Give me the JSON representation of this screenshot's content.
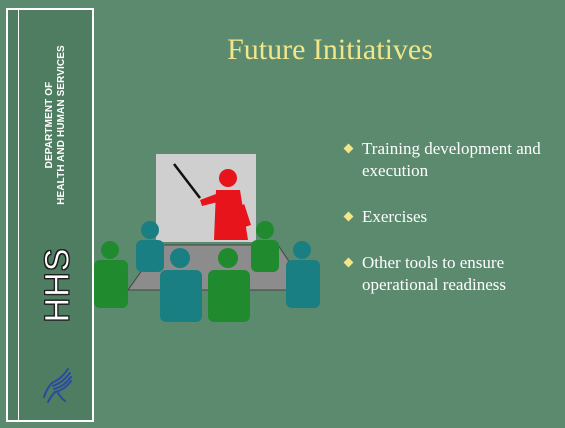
{
  "sidebar": {
    "dept_line1": "DEPARTMENT OF",
    "dept_line2": "HEALTH AND HUMAN SERVICES",
    "logo_text": "HHS",
    "emblem_icon": "hhs-eagle-icon"
  },
  "slide": {
    "title": "Future Initiatives",
    "bullets": [
      "Training development and execution",
      "Exercises",
      "Other tools to ensure operational readiness"
    ],
    "clipart_icon": "meeting-presenter-icon"
  },
  "colors": {
    "background": "#5b8a6e",
    "title": "#f2e68a",
    "bullet_marker": "#f2e68a",
    "text": "#ffffff",
    "presenter": "#e8141c",
    "attendee_green": "#1f8a2e",
    "attendee_teal": "#1a7f82",
    "table": "#8c8c8c"
  }
}
